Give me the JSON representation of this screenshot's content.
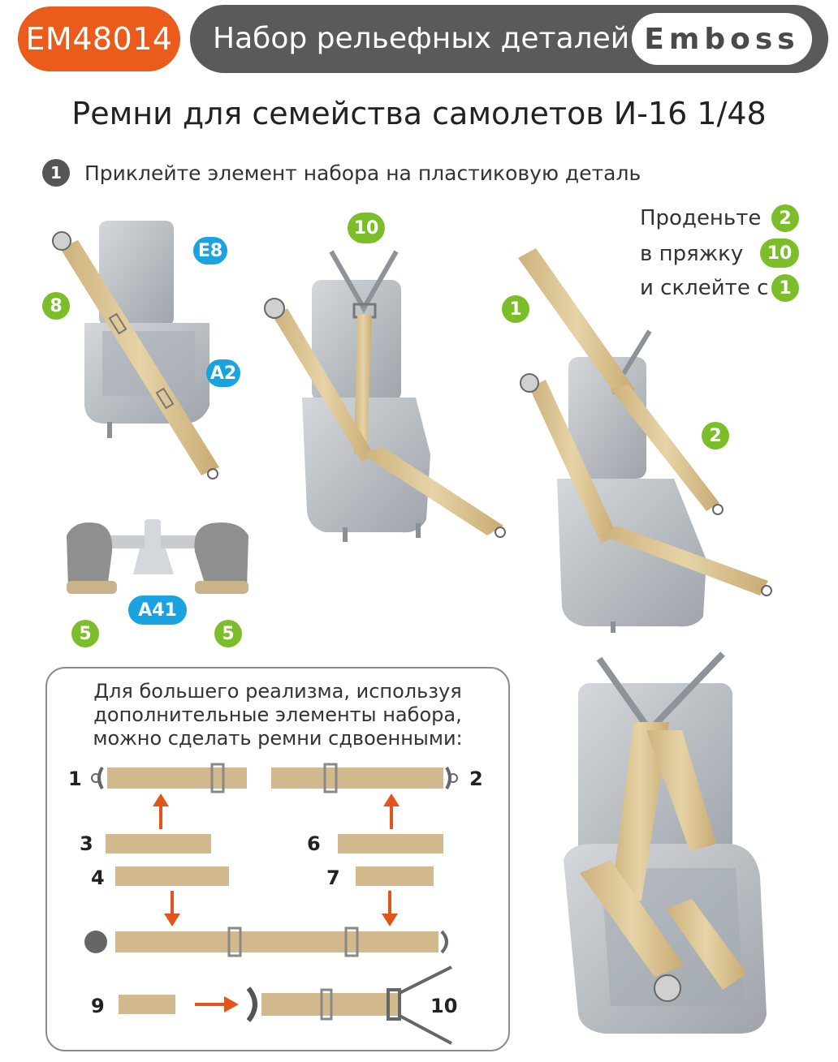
{
  "header": {
    "code": "EM48014",
    "kit_title": "Набор рельефных деталей",
    "brand": "Emboss"
  },
  "main_title": "Ремни для семейства самолетов И-16 1/48",
  "step": {
    "number": "1",
    "text": "Приклейте элемент набора на пластиковую деталь"
  },
  "callouts": {
    "fig1_strap": "8",
    "fig1_back": "E8",
    "fig1_seat": "A2",
    "fig2_buckle": "10",
    "fig3_left": "1",
    "fig3_right": "2",
    "fig4_part": "A41",
    "fig4_left": "5",
    "fig4_right": "5"
  },
  "instruction": {
    "line1": "Проденьте",
    "line1_part": "2",
    "line2": "в пряжку",
    "line2_part": "10",
    "line3": "и склейте с",
    "line3_part": "1"
  },
  "doubled_box": {
    "text_line1": "Для большего реализма, используя",
    "text_line2": "дополнительные элементы набора,",
    "text_line3": "можно сделать ремни сдвоенными:",
    "labels": {
      "p1": "1",
      "p2": "2",
      "p3": "3",
      "p4": "4",
      "p6": "6",
      "p7": "7",
      "p9": "9",
      "p10": "10"
    }
  },
  "colors": {
    "orange": "#ea5b1c",
    "dark_gray": "#5a5a5a",
    "green": "#7cbd2a",
    "blue": "#1aa3e0",
    "strap": "#d2b98d",
    "seat": "#b9bec4"
  }
}
